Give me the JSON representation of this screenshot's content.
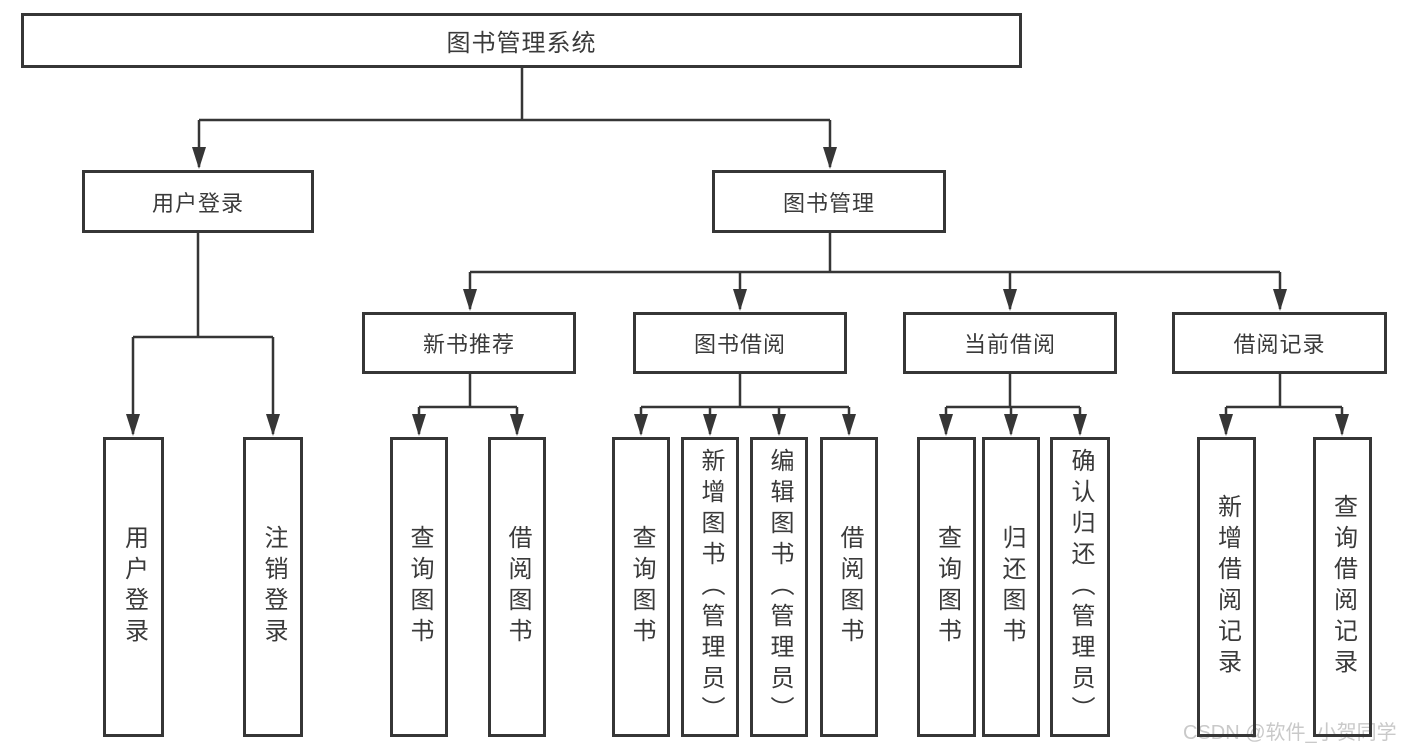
{
  "diagram_title": "图书管理系统",
  "nodes": {
    "root": "图书管理系统",
    "user_login": "用户登录",
    "book_mgmt": "图书管理",
    "new_book": "新书推荐",
    "book_borrow": "图书借阅",
    "current_borrow": "当前借阅",
    "borrow_records": "借阅记录",
    "leaf_user_login": "用户登录",
    "leaf_logout": "注销登录",
    "leaf_nb_query": "查询图书",
    "leaf_nb_borrow": "借阅图书",
    "leaf_bb_query": "查询图书",
    "leaf_bb_add": "新增图书（管理员）",
    "leaf_bb_edit": "编辑图书（管理员）",
    "leaf_bb_borrow": "借阅图书",
    "leaf_cb_query": "查询图书",
    "leaf_cb_return": "归还图书",
    "leaf_cb_confirm": "确认归还（管理员）",
    "leaf_br_add": "新增借阅记录",
    "leaf_br_query": "查询借阅记录"
  },
  "watermark": "CSDN @软件_小贺同学",
  "colors": {
    "line": "#363636",
    "text": "#3a3a3a",
    "watermark": "#c9c9c9",
    "background": "#ffffff"
  }
}
